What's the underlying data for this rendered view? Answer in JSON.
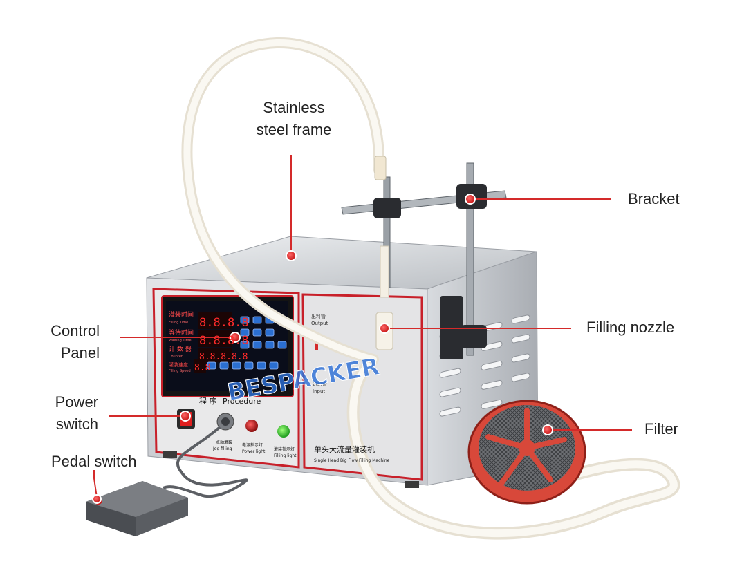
{
  "colors": {
    "callout": "#d42a2a",
    "text": "#222222",
    "steel": "#d5d8dc",
    "panel_red": "#c8202a",
    "tube": "#f3efe6"
  },
  "labels": {
    "frame": [
      "Stainless",
      "steel frame"
    ],
    "bracket": "Bracket",
    "control": [
      "Control",
      "Panel"
    ],
    "nozzle": "Filling nozzle",
    "power": [
      "Power",
      "switch"
    ],
    "filter": "Filter",
    "pedal": "Pedal switch"
  },
  "panel": {
    "filling_time_cn": "灌装时间",
    "filling_time_en": "Filling Time",
    "waiting_time_cn": "等待时间",
    "waiting_time_en": "Waiting Time",
    "counter_cn": "计 数 器",
    "counter_en": "Counter",
    "speed_cn": "灌装速度",
    "speed_en": "Filling Speed",
    "display1": "8.8.8.8",
    "display2": "8.8.8.8",
    "display3": "8.8.8.8.8",
    "display4": "8.8",
    "procedure_cn": "程 序",
    "procedure_en": "Procedure",
    "jog_cn": "点动灌装",
    "jog_en": "Jog filling",
    "power_light_cn": "电源指示灯",
    "power_light_en": "Power light",
    "filling_light_cn": "灌装指示灯",
    "filling_light_en": "Filling light",
    "output_cn": "出料管",
    "output_en": "Output",
    "input_cn": "进料管",
    "input_en": "Input",
    "machine_cn": "单头大流量灌装机",
    "machine_en": "Single Head Big Flow Filling Machine",
    "watermark": "BESPACKER"
  }
}
